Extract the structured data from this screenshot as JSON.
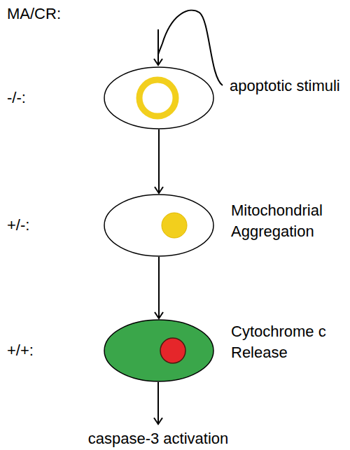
{
  "diagram": {
    "nodes": [
      {
        "text": [
          "-/-:"
        ]
      },
      {
        "text": [
          "+/-:",
          "Mitochondrial Aggregation"
        ]
      },
      {
        "text": [
          "+/+:",
          "Cytochrome c Release"
        ]
      }
    ],
    "edges": [
      {
        "from": 0,
        "to": 1,
        "arrow": "to"
      },
      {
        "from": 1,
        "to": 2,
        "arrow": "to"
      }
    ],
    "labels": [
      "MA/CR:",
      "apoptotic stimuli",
      "caspase-3 activation"
    ]
  }
}
